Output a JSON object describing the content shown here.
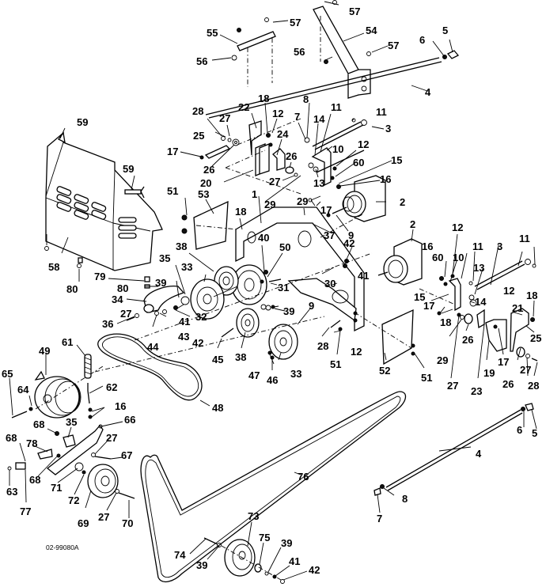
{
  "diagram": {
    "title": "Mower deck drive exploded parts diagram",
    "reference_code": "02-99080A",
    "callouts": [
      {
        "id": "c57a",
        "label": "57"
      },
      {
        "id": "c57b",
        "label": "57"
      },
      {
        "id": "c57c",
        "label": "57"
      },
      {
        "id": "c55",
        "label": "55"
      },
      {
        "id": "c56a",
        "label": "56"
      },
      {
        "id": "c54",
        "label": "54"
      },
      {
        "id": "c56b",
        "label": "56"
      },
      {
        "id": "c6a",
        "label": "6"
      },
      {
        "id": "c5a",
        "label": "5"
      },
      {
        "id": "c4a",
        "label": "4"
      },
      {
        "id": "c18a",
        "label": "18"
      },
      {
        "id": "c8a",
        "label": "8"
      },
      {
        "id": "c59a",
        "label": "59"
      },
      {
        "id": "c28a",
        "label": "28"
      },
      {
        "id": "c27a",
        "label": "27"
      },
      {
        "id": "c22",
        "label": "22"
      },
      {
        "id": "c12a",
        "label": "12"
      },
      {
        "id": "c7a",
        "label": "7"
      },
      {
        "id": "c14a",
        "label": "14"
      },
      {
        "id": "c11a",
        "label": "11"
      },
      {
        "id": "c11b",
        "label": "11"
      },
      {
        "id": "c3a",
        "label": "3"
      },
      {
        "id": "c25a",
        "label": "25"
      },
      {
        "id": "c24",
        "label": "24"
      },
      {
        "id": "c17a",
        "label": "17"
      },
      {
        "id": "c26a",
        "label": "26"
      },
      {
        "id": "c26b",
        "label": "26"
      },
      {
        "id": "c10a",
        "label": "10"
      },
      {
        "id": "c12b",
        "label": "12"
      },
      {
        "id": "c60a",
        "label": "60"
      },
      {
        "id": "c15a",
        "label": "15"
      },
      {
        "id": "c20",
        "label": "20"
      },
      {
        "id": "c27b",
        "label": "27"
      },
      {
        "id": "c13a",
        "label": "13"
      },
      {
        "id": "c16a",
        "label": "16"
      },
      {
        "id": "c59b",
        "label": "59"
      },
      {
        "id": "c29a",
        "label": "29"
      },
      {
        "id": "c17b",
        "label": "17"
      },
      {
        "id": "c2a",
        "label": "2"
      },
      {
        "id": "c51a",
        "label": "51"
      },
      {
        "id": "c53",
        "label": "53"
      },
      {
        "id": "c1",
        "label": "1"
      },
      {
        "id": "c29b",
        "label": "29"
      },
      {
        "id": "c18b",
        "label": "18"
      },
      {
        "id": "c37",
        "label": "37"
      },
      {
        "id": "c9a",
        "label": "9"
      },
      {
        "id": "c2b",
        "label": "2"
      },
      {
        "id": "c58",
        "label": "58"
      },
      {
        "id": "c38a",
        "label": "38"
      },
      {
        "id": "c40",
        "label": "40"
      },
      {
        "id": "c50",
        "label": "50"
      },
      {
        "id": "c42a",
        "label": "42"
      },
      {
        "id": "c12c",
        "label": "12"
      },
      {
        "id": "c11c",
        "label": "11"
      },
      {
        "id": "c3b",
        "label": "3"
      },
      {
        "id": "c11d",
        "label": "11"
      },
      {
        "id": "c16b",
        "label": "16"
      },
      {
        "id": "c60b",
        "label": "60"
      },
      {
        "id": "c10b",
        "label": "10"
      },
      {
        "id": "c13b",
        "label": "13"
      },
      {
        "id": "c80a",
        "label": "80"
      },
      {
        "id": "c79",
        "label": "79"
      },
      {
        "id": "c80b",
        "label": "80"
      },
      {
        "id": "c35a",
        "label": "35"
      },
      {
        "id": "c33a",
        "label": "33"
      },
      {
        "id": "c31",
        "label": "31"
      },
      {
        "id": "c41a",
        "label": "41"
      },
      {
        "id": "c39a",
        "label": "39"
      },
      {
        "id": "c30",
        "label": "30"
      },
      {
        "id": "c15b",
        "label": "15"
      },
      {
        "id": "c17c",
        "label": "17"
      },
      {
        "id": "c14b",
        "label": "14"
      },
      {
        "id": "c12d",
        "label": "12"
      },
      {
        "id": "c18c",
        "label": "18"
      },
      {
        "id": "c34",
        "label": "34"
      },
      {
        "id": "c32",
        "label": "32"
      },
      {
        "id": "c39b",
        "label": "39"
      },
      {
        "id": "c21",
        "label": "21"
      },
      {
        "id": "c27c",
        "label": "27"
      },
      {
        "id": "c41b",
        "label": "41"
      },
      {
        "id": "c9b",
        "label": "9"
      },
      {
        "id": "c18d",
        "label": "18"
      },
      {
        "id": "c36",
        "label": "36"
      },
      {
        "id": "c43",
        "label": "43"
      },
      {
        "id": "c42b",
        "label": "42"
      },
      {
        "id": "c44",
        "label": "44"
      },
      {
        "id": "c25b",
        "label": "25"
      },
      {
        "id": "c29c",
        "label": "29"
      },
      {
        "id": "c26c",
        "label": "26"
      },
      {
        "id": "c28b",
        "label": "28"
      },
      {
        "id": "c12e",
        "label": "12"
      },
      {
        "id": "c45",
        "label": "45"
      },
      {
        "id": "c38b",
        "label": "38"
      },
      {
        "id": "c33b",
        "label": "33"
      },
      {
        "id": "c51b",
        "label": "51"
      },
      {
        "id": "c52",
        "label": "52"
      },
      {
        "id": "c51c",
        "label": "51"
      },
      {
        "id": "c19",
        "label": "19"
      },
      {
        "id": "c17d",
        "label": "17"
      },
      {
        "id": "c27d",
        "label": "27"
      },
      {
        "id": "c47",
        "label": "47"
      },
      {
        "id": "c46",
        "label": "46"
      },
      {
        "id": "c23",
        "label": "23"
      },
      {
        "id": "c26d",
        "label": "26"
      },
      {
        "id": "c28c",
        "label": "28"
      },
      {
        "id": "c27e",
        "label": "27"
      },
      {
        "id": "c49",
        "label": "49"
      },
      {
        "id": "c61",
        "label": "61"
      },
      {
        "id": "c65",
        "label": "65"
      },
      {
        "id": "c64",
        "label": "64"
      },
      {
        "id": "c62",
        "label": "62"
      },
      {
        "id": "c48",
        "label": "48"
      },
      {
        "id": "c16c",
        "label": "16"
      },
      {
        "id": "c68a",
        "label": "68"
      },
      {
        "id": "c35b",
        "label": "35"
      },
      {
        "id": "c66",
        "label": "66"
      },
      {
        "id": "c6b",
        "label": "6"
      },
      {
        "id": "c5b",
        "label": "5"
      },
      {
        "id": "c68b",
        "label": "68"
      },
      {
        "id": "c27f",
        "label": "27"
      },
      {
        "id": "c78",
        "label": "78"
      },
      {
        "id": "c67",
        "label": "67"
      },
      {
        "id": "c4b",
        "label": "4"
      },
      {
        "id": "c68c",
        "label": "68"
      },
      {
        "id": "c71",
        "label": "71"
      },
      {
        "id": "c76",
        "label": "76"
      },
      {
        "id": "c63",
        "label": "63"
      },
      {
        "id": "c72",
        "label": "72"
      },
      {
        "id": "c8b",
        "label": "8"
      },
      {
        "id": "c77",
        "label": "77"
      },
      {
        "id": "c69",
        "label": "69"
      },
      {
        "id": "c27g",
        "label": "27"
      },
      {
        "id": "c70",
        "label": "70"
      },
      {
        "id": "c7b",
        "label": "7"
      },
      {
        "id": "c73",
        "label": "73"
      },
      {
        "id": "c75",
        "label": "75"
      },
      {
        "id": "c39c",
        "label": "39"
      },
      {
        "id": "c74",
        "label": "74"
      },
      {
        "id": "c41c",
        "label": "41"
      },
      {
        "id": "c39d",
        "label": "39"
      },
      {
        "id": "c42c",
        "label": "42"
      }
    ]
  }
}
